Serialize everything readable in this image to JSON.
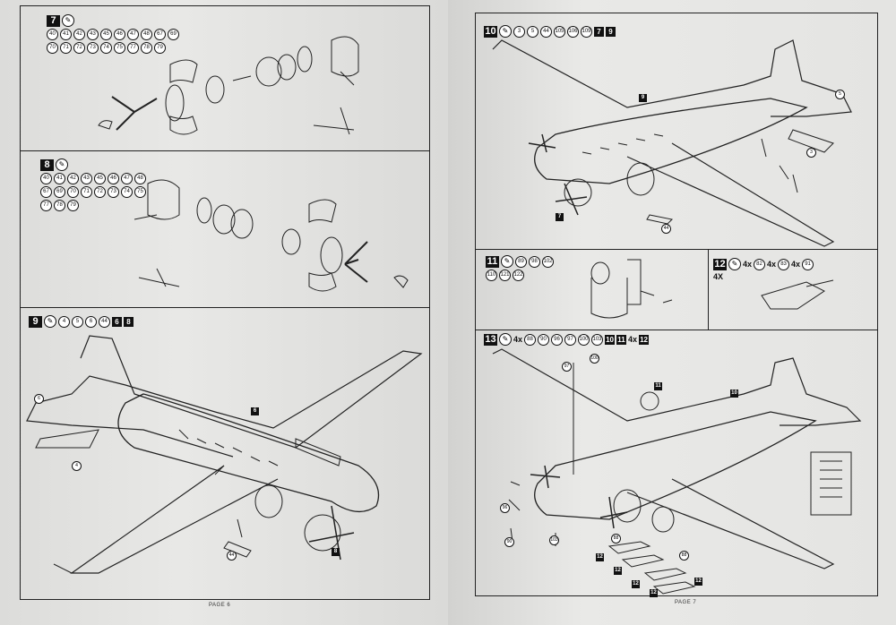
{
  "left_page": {
    "page_label": "PAGE 6",
    "step7": {
      "number": "7",
      "parts": [
        "40",
        "41",
        "42",
        "43",
        "45",
        "46",
        "47",
        "48",
        "67",
        "69",
        "70",
        "71",
        "72",
        "73",
        "74",
        "75",
        "77",
        "78",
        "79"
      ]
    },
    "step8": {
      "number": "8",
      "parts": [
        "40",
        "41",
        "42",
        "43",
        "45",
        "46",
        "47",
        "48",
        "67",
        "69",
        "70",
        "71",
        "72",
        "73",
        "74",
        "75",
        "77",
        "78",
        "79"
      ]
    },
    "step9": {
      "number": "9",
      "parts": [
        "4",
        "5",
        "6",
        "44"
      ],
      "refs": [
        "6",
        "8"
      ]
    }
  },
  "right_page": {
    "page_label": "PAGE 7",
    "step10": {
      "number": "10",
      "parts": [
        "3",
        "5",
        "44",
        "105",
        "106",
        "109"
      ],
      "refs": [
        "7",
        "9"
      ]
    },
    "step11": {
      "number": "11",
      "parts": [
        "89",
        "98",
        "102",
        "110",
        "121",
        "122"
      ]
    },
    "step12": {
      "number": "12",
      "items": [
        {
          "qty": "4x",
          "part": "82"
        },
        {
          "qty": "4x",
          "part": "83"
        },
        {
          "qty": "4x",
          "part": "91"
        }
      ],
      "extra_qty": "4X"
    },
    "step13": {
      "number": "13",
      "qty1": "4x",
      "parts": [
        "88",
        "90",
        "96",
        "97",
        "100",
        "103"
      ],
      "ref1": "10",
      "ref2": "11",
      "qty2": "4x",
      "ref3": "12"
    }
  },
  "diagram_labels": {
    "step9_refs": [
      "6",
      "8",
      "4",
      "6",
      "44"
    ],
    "step10_refs": [
      "9",
      "7",
      "44",
      "3",
      "5"
    ],
    "step13_refs": [
      "11",
      "10",
      "12",
      "12",
      "12",
      "12",
      "12",
      "88",
      "88",
      "96",
      "90",
      "97",
      "103",
      "100"
    ]
  }
}
